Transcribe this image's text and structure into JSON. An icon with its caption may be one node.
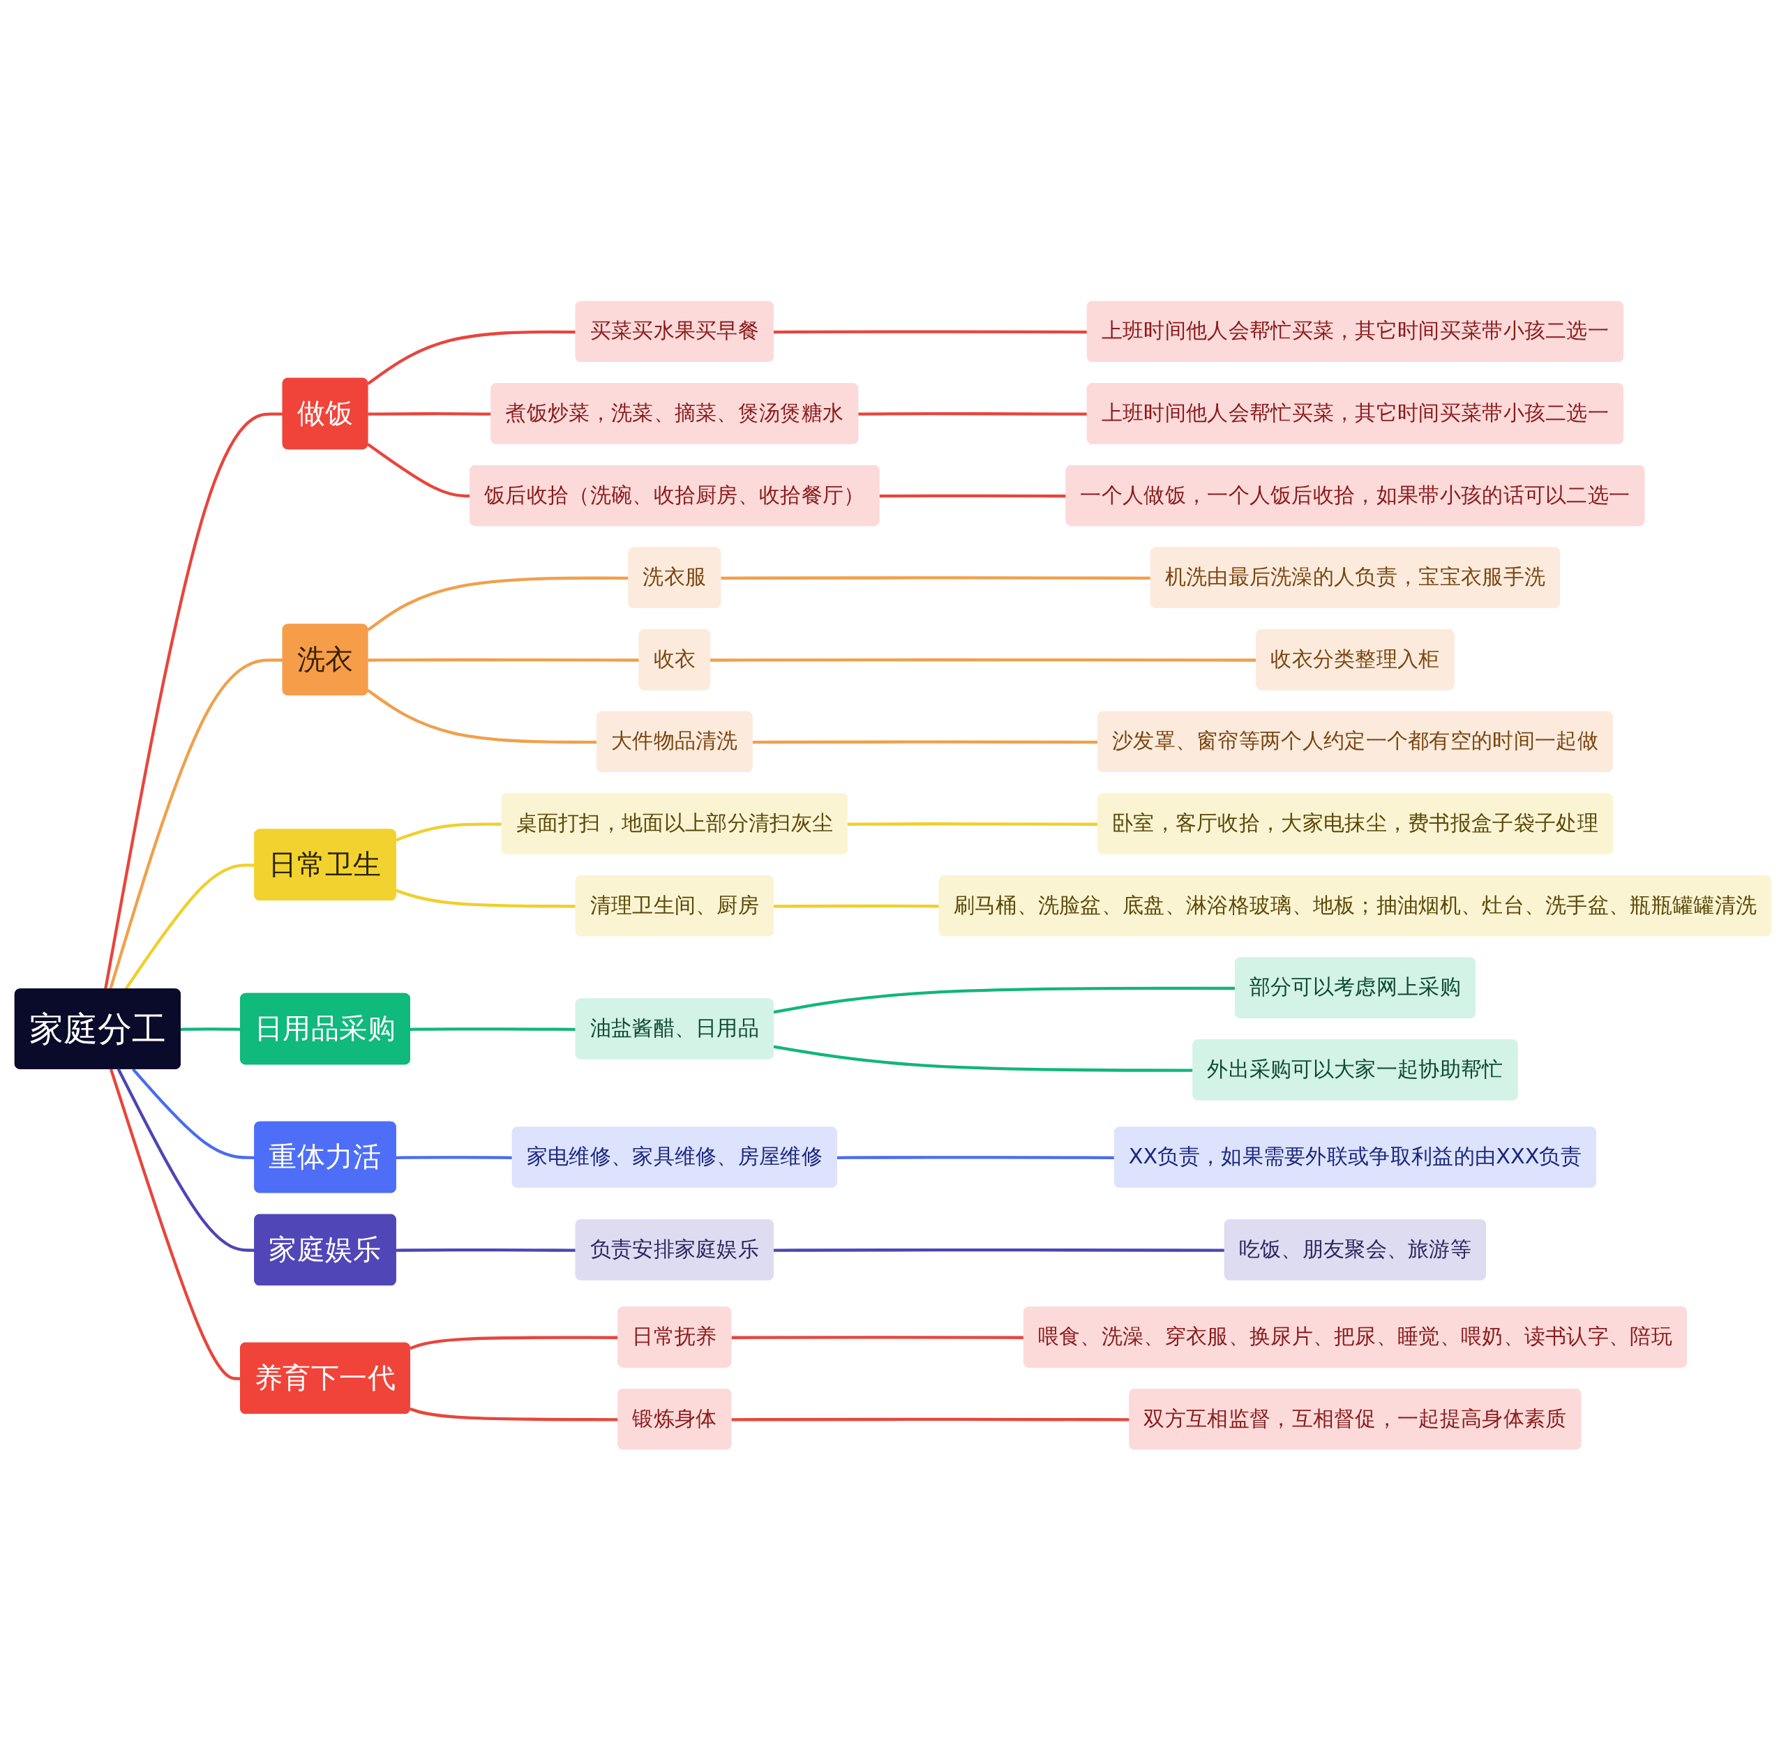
{
  "diagram": {
    "nodes": [
      {
        "text": [
          "家庭分工"
        ]
      },
      {
        "text": [
          "做饭"
        ]
      },
      {
        "text": [
          "买菜买水果买早餐"
        ]
      },
      {
        "text": [
          "上班时间他人会帮忙买菜，其它时间买菜带小孩二选一"
        ]
      },
      {
        "text": [
          "煮饭炒菜，洗菜、摘菜、煲汤煲糖水"
        ]
      },
      {
        "text": [
          "上班时间他人会帮忙买菜，其它时间买菜带小孩二选一"
        ]
      },
      {
        "text": [
          "饭后收拾（洗碗、收拾厨房、收拾餐厅）"
        ]
      },
      {
        "text": [
          "一个人做饭，一个人饭后收拾，如果带小孩的话可以二选一"
        ]
      },
      {
        "text": [
          "洗衣"
        ]
      },
      {
        "text": [
          "洗衣服"
        ]
      },
      {
        "text": [
          "机洗由最后洗澡的人负责，宝宝衣服手洗"
        ]
      },
      {
        "text": [
          "收衣"
        ]
      },
      {
        "text": [
          "收衣分类整理入柜"
        ]
      },
      {
        "text": [
          "大件物品清洗"
        ]
      },
      {
        "text": [
          "沙发罩、窗帘等两个人约定一个都有空的时间一起做"
        ]
      },
      {
        "text": [
          "日常卫生"
        ]
      },
      {
        "text": [
          "桌面打扫，地面以上部分清扫灰尘"
        ]
      },
      {
        "text": [
          "卧室，客厅收拾，大家电抹尘，费书报盒子袋子处理"
        ]
      },
      {
        "text": [
          "清理卫生间、厨房"
        ]
      },
      {
        "text": [
          "刷马桶、洗脸盆、底盘、淋浴格玻璃、地板；抽油烟机、灶台、洗手盆、瓶瓶罐罐清洗"
        ]
      },
      {
        "text": [
          "日用品采购"
        ]
      },
      {
        "text": [
          "油盐酱醋、日用品"
        ]
      },
      {
        "text": [
          "部分可以考虑网上采购"
        ]
      },
      {
        "text": [
          "外出采购可以大家一起协助帮忙"
        ]
      },
      {
        "text": [
          "重体力活"
        ]
      },
      {
        "text": [
          "家电维修、家具维修、房屋维修"
        ]
      },
      {
        "text": [
          "XX负责，如果需要外联或争取利益的由XXX负责"
        ]
      },
      {
        "text": [
          "家庭娱乐"
        ]
      },
      {
        "text": [
          "负责安排家庭娱乐"
        ]
      },
      {
        "text": [
          "吃饭、朋友聚会、旅游等"
        ]
      },
      {
        "text": [
          "养育下一代"
        ]
      },
      {
        "text": [
          "日常抚养"
        ]
      },
      {
        "text": [
          "喂食、洗澡、穿衣服、换尿片、把尿、睡觉、喂奶、读书认字、陪玩"
        ]
      },
      {
        "text": [
          "锻炼身体"
        ]
      },
      {
        "text": [
          "双方互相监督，互相督促，一起提高身体素质"
        ]
      }
    ],
    "edges": [
      {
        "from": 0,
        "to": 1,
        "arrow": "none"
      },
      {
        "from": 1,
        "to": 2,
        "arrow": "none"
      },
      {
        "from": 2,
        "to": 3,
        "arrow": "none"
      },
      {
        "from": 1,
        "to": 4,
        "arrow": "none"
      },
      {
        "from": 4,
        "to": 5,
        "arrow": "none"
      },
      {
        "from": 1,
        "to": 6,
        "arrow": "none"
      },
      {
        "from": 6,
        "to": 7,
        "arrow": "none"
      },
      {
        "from": 0,
        "to": 8,
        "arrow": "none",
        "color": "#f0a04b"
      },
      {
        "from": 8,
        "to": 9,
        "arrow": "none",
        "color": "#f0a04b"
      },
      {
        "from": 9,
        "to": 10,
        "arrow": "none",
        "color": "#f0a04b"
      },
      {
        "from": 8,
        "to": 11,
        "arrow": "none",
        "color": "#f0a04b"
      },
      {
        "from": 11,
        "to": 12,
        "arrow": "none",
        "color": "#f0a04b"
      },
      {
        "from": 8,
        "to": 13,
        "arrow": "none",
        "color": "#f0a04b"
      },
      {
        "from": 13,
        "to": 14,
        "arrow": "none",
        "color": "#f0a04b"
      },
      {
        "from": 0,
        "to": 15,
        "arrow": "none",
        "color": "#f0cf2a"
      },
      {
        "from": 15,
        "to": 16,
        "arrow": "none",
        "color": "#f0cf2a"
      },
      {
        "from": 16,
        "to": 17,
        "arrow": "none",
        "color": "#f0cf2a"
      },
      {
        "from": 15,
        "to": 18,
        "arrow": "none",
        "color": "#f0cf2a"
      },
      {
        "from": 18,
        "to": 19,
        "arrow": "none",
        "color": "#f0cf2a"
      },
      {
        "from": 0,
        "to": 20,
        "arrow": "none",
        "color": "#12b67a"
      },
      {
        "from": 20,
        "to": 21,
        "arrow": "none",
        "color": "#12b67a"
      },
      {
        "from": 21,
        "to": 22,
        "arrow": "none",
        "color": "#12b67a"
      },
      {
        "from": 21,
        "to": 23,
        "arrow": "none",
        "color": "#12b67a"
      },
      {
        "from": 0,
        "to": 24,
        "arrow": "none",
        "color": "#4a6cf0"
      },
      {
        "from": 24,
        "to": 25,
        "arrow": "none",
        "color": "#4a6cf0"
      },
      {
        "from": 25,
        "to": 26,
        "arrow": "none",
        "color": "#4a6cf0"
      },
      {
        "from": 0,
        "to": 27,
        "arrow": "none",
        "color": "#4c45b5"
      },
      {
        "from": 27,
        "to": 28,
        "arrow": "none",
        "color": "#4c45b5"
      },
      {
        "from": 28,
        "to": 29,
        "arrow": "none",
        "color": "#4c45b5"
      },
      {
        "from": 0,
        "to": 30,
        "arrow": "none"
      },
      {
        "from": 30,
        "to": 31,
        "arrow": "none"
      },
      {
        "from": 31,
        "to": 32,
        "arrow": "none"
      },
      {
        "from": 30,
        "to": 33,
        "arrow": "none"
      },
      {
        "from": 33,
        "to": 34,
        "arrow": "none"
      }
    ]
  }
}
